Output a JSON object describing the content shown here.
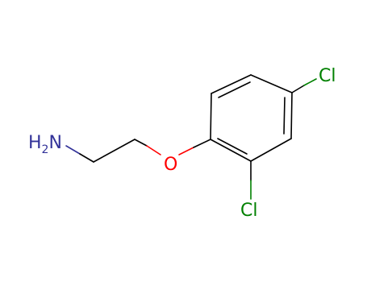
{
  "molecule": {
    "atoms": {
      "amine": {
        "main": "H",
        "sub": "2",
        "tail": "N",
        "color": "#333399"
      },
      "oxygen": {
        "label": "O",
        "color": "#ff0000"
      },
      "chlorine_top": {
        "label": "Cl",
        "color": "#008000"
      },
      "chlorine_bottom": {
        "label": "Cl",
        "color": "#008000"
      }
    },
    "colors": {
      "bond": "#000000",
      "nitrogen": "#333399",
      "oxygen": "#ff0000",
      "chlorine": "#008000"
    }
  }
}
